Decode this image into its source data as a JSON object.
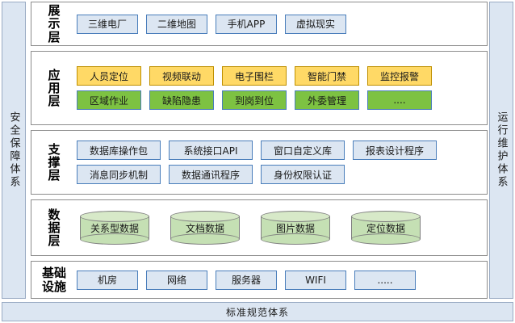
{
  "sidebars": {
    "left": {
      "label": "安全保障体系"
    },
    "right": {
      "label": "运行维护体系"
    }
  },
  "bottom_bar": {
    "label": "标准规范体系"
  },
  "layers": [
    {
      "key": "display",
      "label": "展示层",
      "label_lines": [
        "展",
        "示",
        "层"
      ],
      "rows": [
        {
          "style": "blue",
          "nodes": [
            {
              "label": "三维电厂",
              "width": 76
            },
            {
              "label": "二维地图",
              "width": 76
            },
            {
              "label": "手机APP",
              "width": 76
            },
            {
              "label": "虚拟现实",
              "width": 76
            }
          ]
        }
      ]
    },
    {
      "key": "application",
      "label": "应用层",
      "label_lines": [
        "应",
        "用",
        "层"
      ],
      "rows": [
        {
          "style": "amber",
          "nodes": [
            {
              "label": "人员定位",
              "width": 80
            },
            {
              "label": "视频联动",
              "width": 80
            },
            {
              "label": "电子围栏",
              "width": 80
            },
            {
              "label": "智能门禁",
              "width": 80
            },
            {
              "label": "监控报警",
              "width": 80
            }
          ]
        },
        {
          "style": "green",
          "nodes": [
            {
              "label": "区域作业",
              "width": 80
            },
            {
              "label": "缺陷隐患",
              "width": 80
            },
            {
              "label": "到岗到位",
              "width": 80
            },
            {
              "label": "外委管理",
              "width": 80
            },
            {
              "label": "....",
              "width": 80
            }
          ]
        }
      ]
    },
    {
      "key": "support",
      "label": "支撑层",
      "label_lines": [
        "支",
        "撑",
        "层"
      ],
      "rows": [
        {
          "style": "blue",
          "nodes": [
            {
              "label": "数据库操作包",
              "width": 104
            },
            {
              "label": "系统接口API",
              "width": 104
            },
            {
              "label": "窗口自定义库",
              "width": 104
            },
            {
              "label": "报表设计程序",
              "width": 104
            }
          ]
        },
        {
          "style": "blue",
          "nodes": [
            {
              "label": "消息同步机制",
              "width": 104
            },
            {
              "label": "数据通讯程序",
              "width": 104
            },
            {
              "label": "身份权限认证",
              "width": 104
            }
          ]
        }
      ]
    },
    {
      "key": "data",
      "label": "数据层",
      "label_lines": [
        "数",
        "据",
        "层"
      ],
      "cylinders": [
        {
          "label": "关系型数据"
        },
        {
          "label": "文档数据"
        },
        {
          "label": "图片数据"
        },
        {
          "label": "定位数据"
        }
      ]
    },
    {
      "key": "infrastructure",
      "label": "基础设施",
      "label_lines": [
        "基础",
        "设施"
      ],
      "rows": [
        {
          "style": "blue",
          "nodes": [
            {
              "label": "机房",
              "width": 76
            },
            {
              "label": "网络",
              "width": 76
            },
            {
              "label": "服务器",
              "width": 76
            },
            {
              "label": "WIFI",
              "width": 76
            },
            {
              "label": ".....",
              "width": 76
            }
          ]
        }
      ]
    }
  ],
  "colors": {
    "panel_bg": "#ffffff",
    "panel_border": "#8c8c8c",
    "sidebar_bg": "#dce6f2",
    "sidebar_border": "#9aabc4",
    "blue_fill": "#dce6f2",
    "blue_border": "#4a7ebb",
    "amber_fill": "#ffd966",
    "amber_border": "#bf9000",
    "green_fill": "#7dc242",
    "green_border": "#4a7ebb",
    "cylinder_fill": "#c5e0b4",
    "cylinder_border": "#7f7f7f"
  }
}
